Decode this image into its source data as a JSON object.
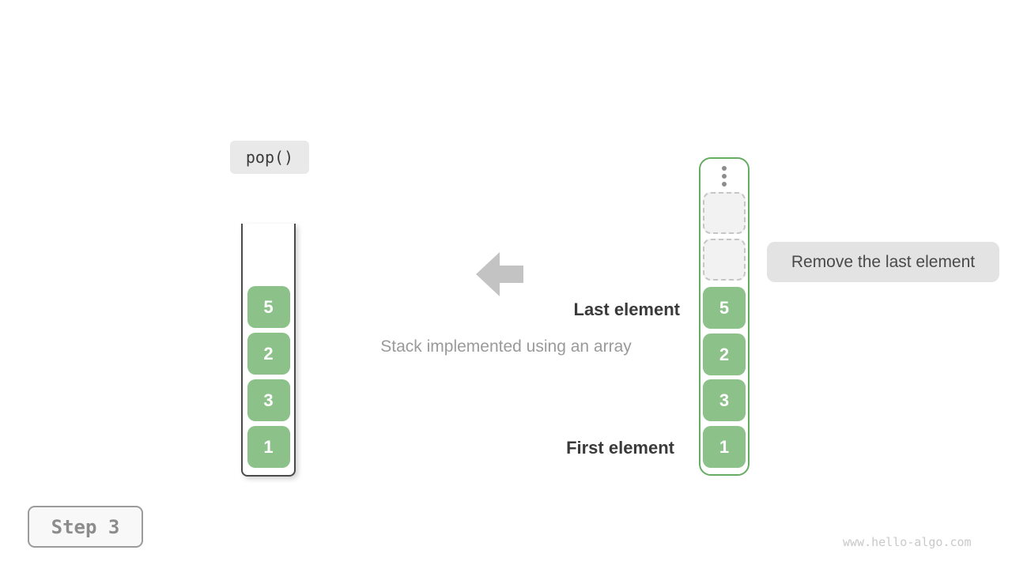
{
  "page": {
    "watermark": "www.hello-algo.com"
  },
  "operation": {
    "label": "pop()"
  },
  "step": {
    "label": "Step 3"
  },
  "caption": "Stack implemented using an array",
  "annotations": {
    "last_element": "Last element",
    "first_element": "First element",
    "remove_note": "Remove the last element"
  },
  "left_stack": {
    "values_top_to_bottom": [
      "5",
      "2",
      "3",
      "1"
    ]
  },
  "right_stack": {
    "ellipsis_icon": "vertical-dots-icon",
    "empty_slot_count": 2,
    "values_top_to_bottom": [
      "5",
      "2",
      "3",
      "1"
    ]
  },
  "colors": {
    "cell_green": "#8cc18a",
    "container_border_green": "#66ac62",
    "chip_gray_bg": "#e9e9e9",
    "note_gray_bg": "#e3e3e3",
    "arrow_gray": "#c3c3c3",
    "text_dark": "#3a3a3a",
    "text_gray": "#9a9a9a",
    "step_text_gray": "#8c8c8c",
    "watermark_gray": "#c9c9c9"
  }
}
